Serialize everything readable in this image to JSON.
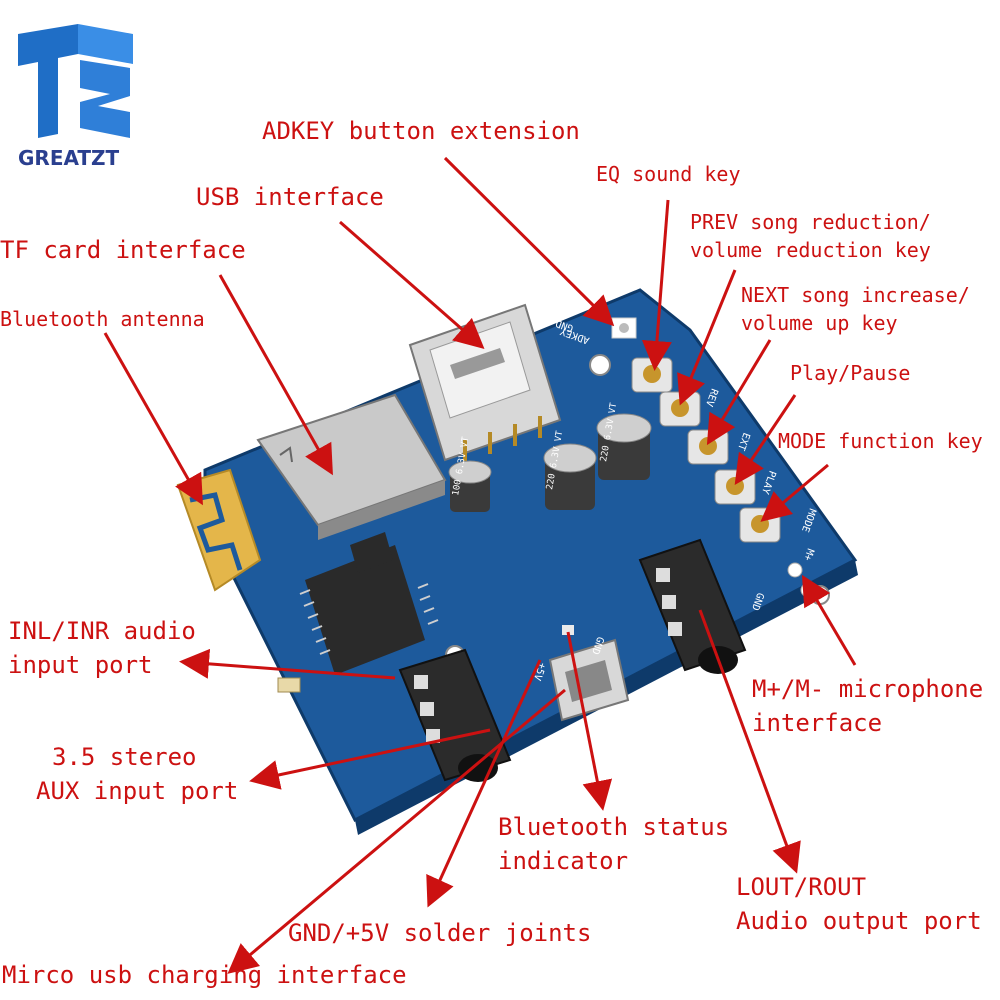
{
  "brand": {
    "name": "GREATZT",
    "logo_letters": "T2"
  },
  "board_marks": {
    "adkey_gnd": "GND",
    "adkey": "ADKEY",
    "rev": "REV",
    "ext": "EXT",
    "play": "PLAY",
    "mode": "MODE",
    "mic_plus": "M+",
    "mic_gnd": "GND",
    "cap1": "220 6.3V VT",
    "cap2": "220 6.3V VT",
    "cap3": "100 6.3V VT",
    "usb_gnd": "GND",
    "usb_5v": "+5V"
  },
  "labels": {
    "adkey_ext": "ADKEY button extension",
    "usb": "USB interface",
    "tf": "TF card interface",
    "bt_antenna": "Bluetooth antenna",
    "eq": "EQ sound key",
    "prev_1": "PREV song reduction/",
    "prev_2": "volume reduction key",
    "next_1": "NEXT song increase/",
    "next_2": "volume up key",
    "play": "Play/Pause",
    "mode": "MODE function key",
    "inl_1": "INL/INR audio",
    "inl_2": "input port",
    "aux_1": "3.5 stereo",
    "aux_2": "AUX input port",
    "mic_1": "M+/M- microphone",
    "mic_2": "interface",
    "bt_status_1": "Bluetooth status",
    "bt_status_2": "indicator",
    "lout_1": "LOUT/ROUT",
    "lout_2": "Audio output port",
    "gnd5v": "GND/+5V solder joints",
    "micro_usb": "Mirco usb charging interface"
  },
  "colors": {
    "label_red": "#cc1111",
    "pcb_blue": "#1d5a9c",
    "brand_blue": "#2a3f8f"
  }
}
